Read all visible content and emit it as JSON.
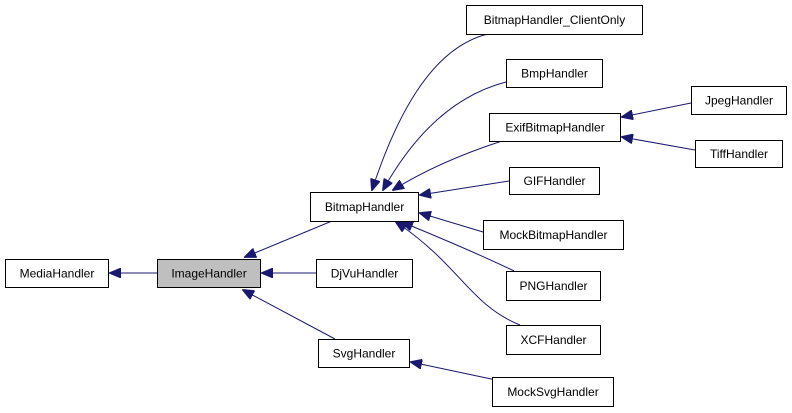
{
  "diagram": {
    "type": "inheritance-graph",
    "edge_color": "#191970",
    "current_node_fill": "#bfbfbf",
    "current": "ImageHandler",
    "nodes": [
      {
        "id": "MediaHandler",
        "label": "MediaHandler"
      },
      {
        "id": "ImageHandler",
        "label": "ImageHandler"
      },
      {
        "id": "BitmapHandler",
        "label": "BitmapHandler"
      },
      {
        "id": "DjVuHandler",
        "label": "DjVuHandler"
      },
      {
        "id": "SvgHandler",
        "label": "SvgHandler"
      },
      {
        "id": "BitmapHandler_ClientOnly",
        "label": "BitmapHandler_ClientOnly"
      },
      {
        "id": "BmpHandler",
        "label": "BmpHandler"
      },
      {
        "id": "ExifBitmapHandler",
        "label": "ExifBitmapHandler"
      },
      {
        "id": "GIFHandler",
        "label": "GIFHandler"
      },
      {
        "id": "MockBitmapHandler",
        "label": "MockBitmapHandler"
      },
      {
        "id": "PNGHandler",
        "label": "PNGHandler"
      },
      {
        "id": "XCFHandler",
        "label": "XCFHandler"
      },
      {
        "id": "MockSvgHandler",
        "label": "MockSvgHandler"
      },
      {
        "id": "JpegHandler",
        "label": "JpegHandler"
      },
      {
        "id": "TiffHandler",
        "label": "TiffHandler"
      }
    ],
    "edges": [
      {
        "child": "ImageHandler",
        "parent": "MediaHandler"
      },
      {
        "child": "BitmapHandler",
        "parent": "ImageHandler"
      },
      {
        "child": "DjVuHandler",
        "parent": "ImageHandler"
      },
      {
        "child": "SvgHandler",
        "parent": "ImageHandler"
      },
      {
        "child": "BitmapHandler_ClientOnly",
        "parent": "BitmapHandler"
      },
      {
        "child": "BmpHandler",
        "parent": "BitmapHandler"
      },
      {
        "child": "ExifBitmapHandler",
        "parent": "BitmapHandler"
      },
      {
        "child": "GIFHandler",
        "parent": "BitmapHandler"
      },
      {
        "child": "MockBitmapHandler",
        "parent": "BitmapHandler"
      },
      {
        "child": "PNGHandler",
        "parent": "BitmapHandler"
      },
      {
        "child": "XCFHandler",
        "parent": "BitmapHandler"
      },
      {
        "child": "JpegHandler",
        "parent": "ExifBitmapHandler"
      },
      {
        "child": "TiffHandler",
        "parent": "ExifBitmapHandler"
      },
      {
        "child": "MockSvgHandler",
        "parent": "SvgHandler"
      }
    ]
  }
}
